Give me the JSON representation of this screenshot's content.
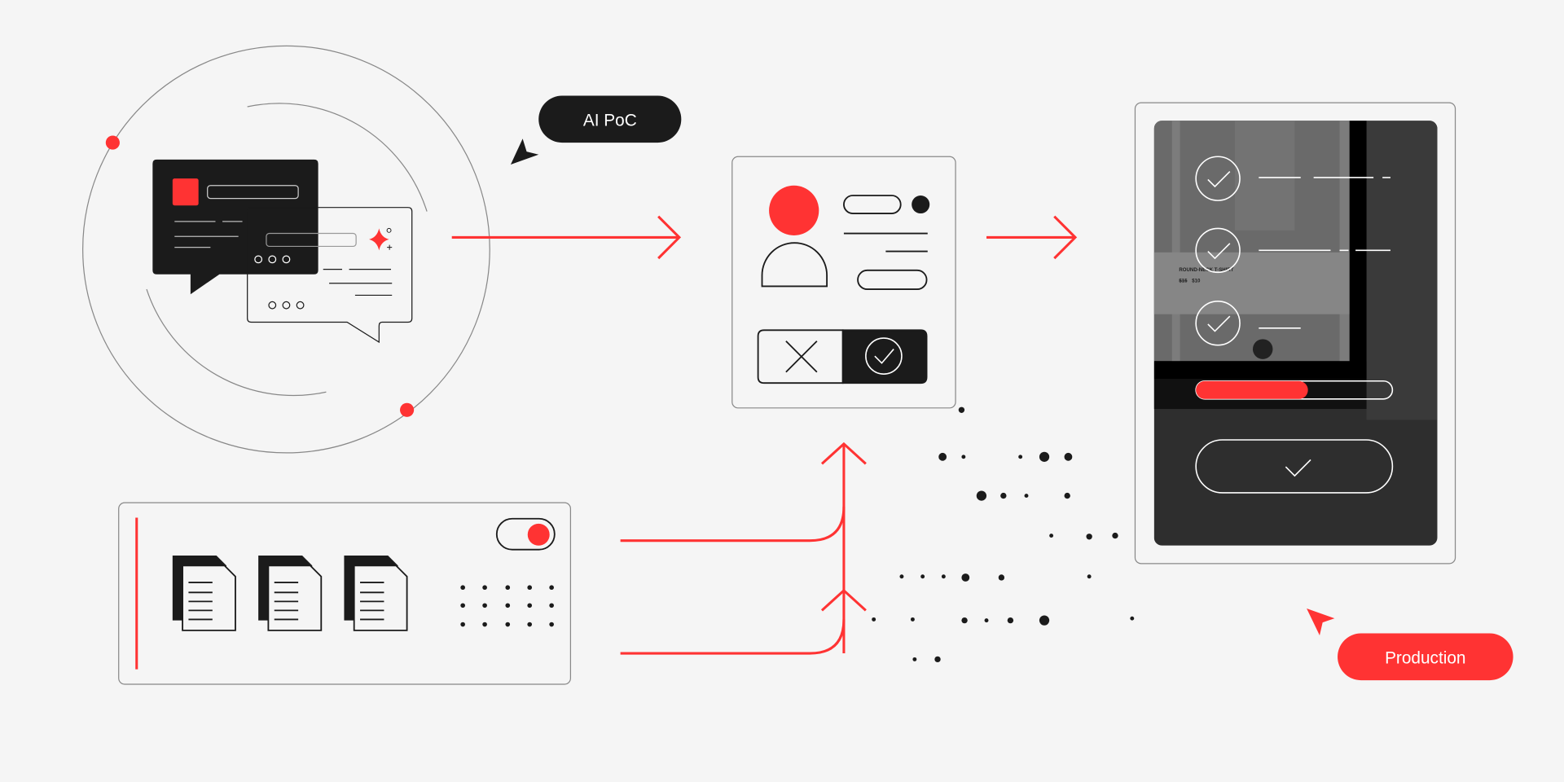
{
  "labels": {
    "ai_poc": "AI PoC",
    "production": "Production"
  },
  "device_screen": {
    "product_name": "ROUND-NECK T-SHIRT",
    "old_price": "$15",
    "new_price": "$10",
    "progress": 0.57
  },
  "colors": {
    "background": "#f5f5f5",
    "accent": "#ff3333",
    "dark": "#1b1b1b",
    "outline": "#888888"
  }
}
